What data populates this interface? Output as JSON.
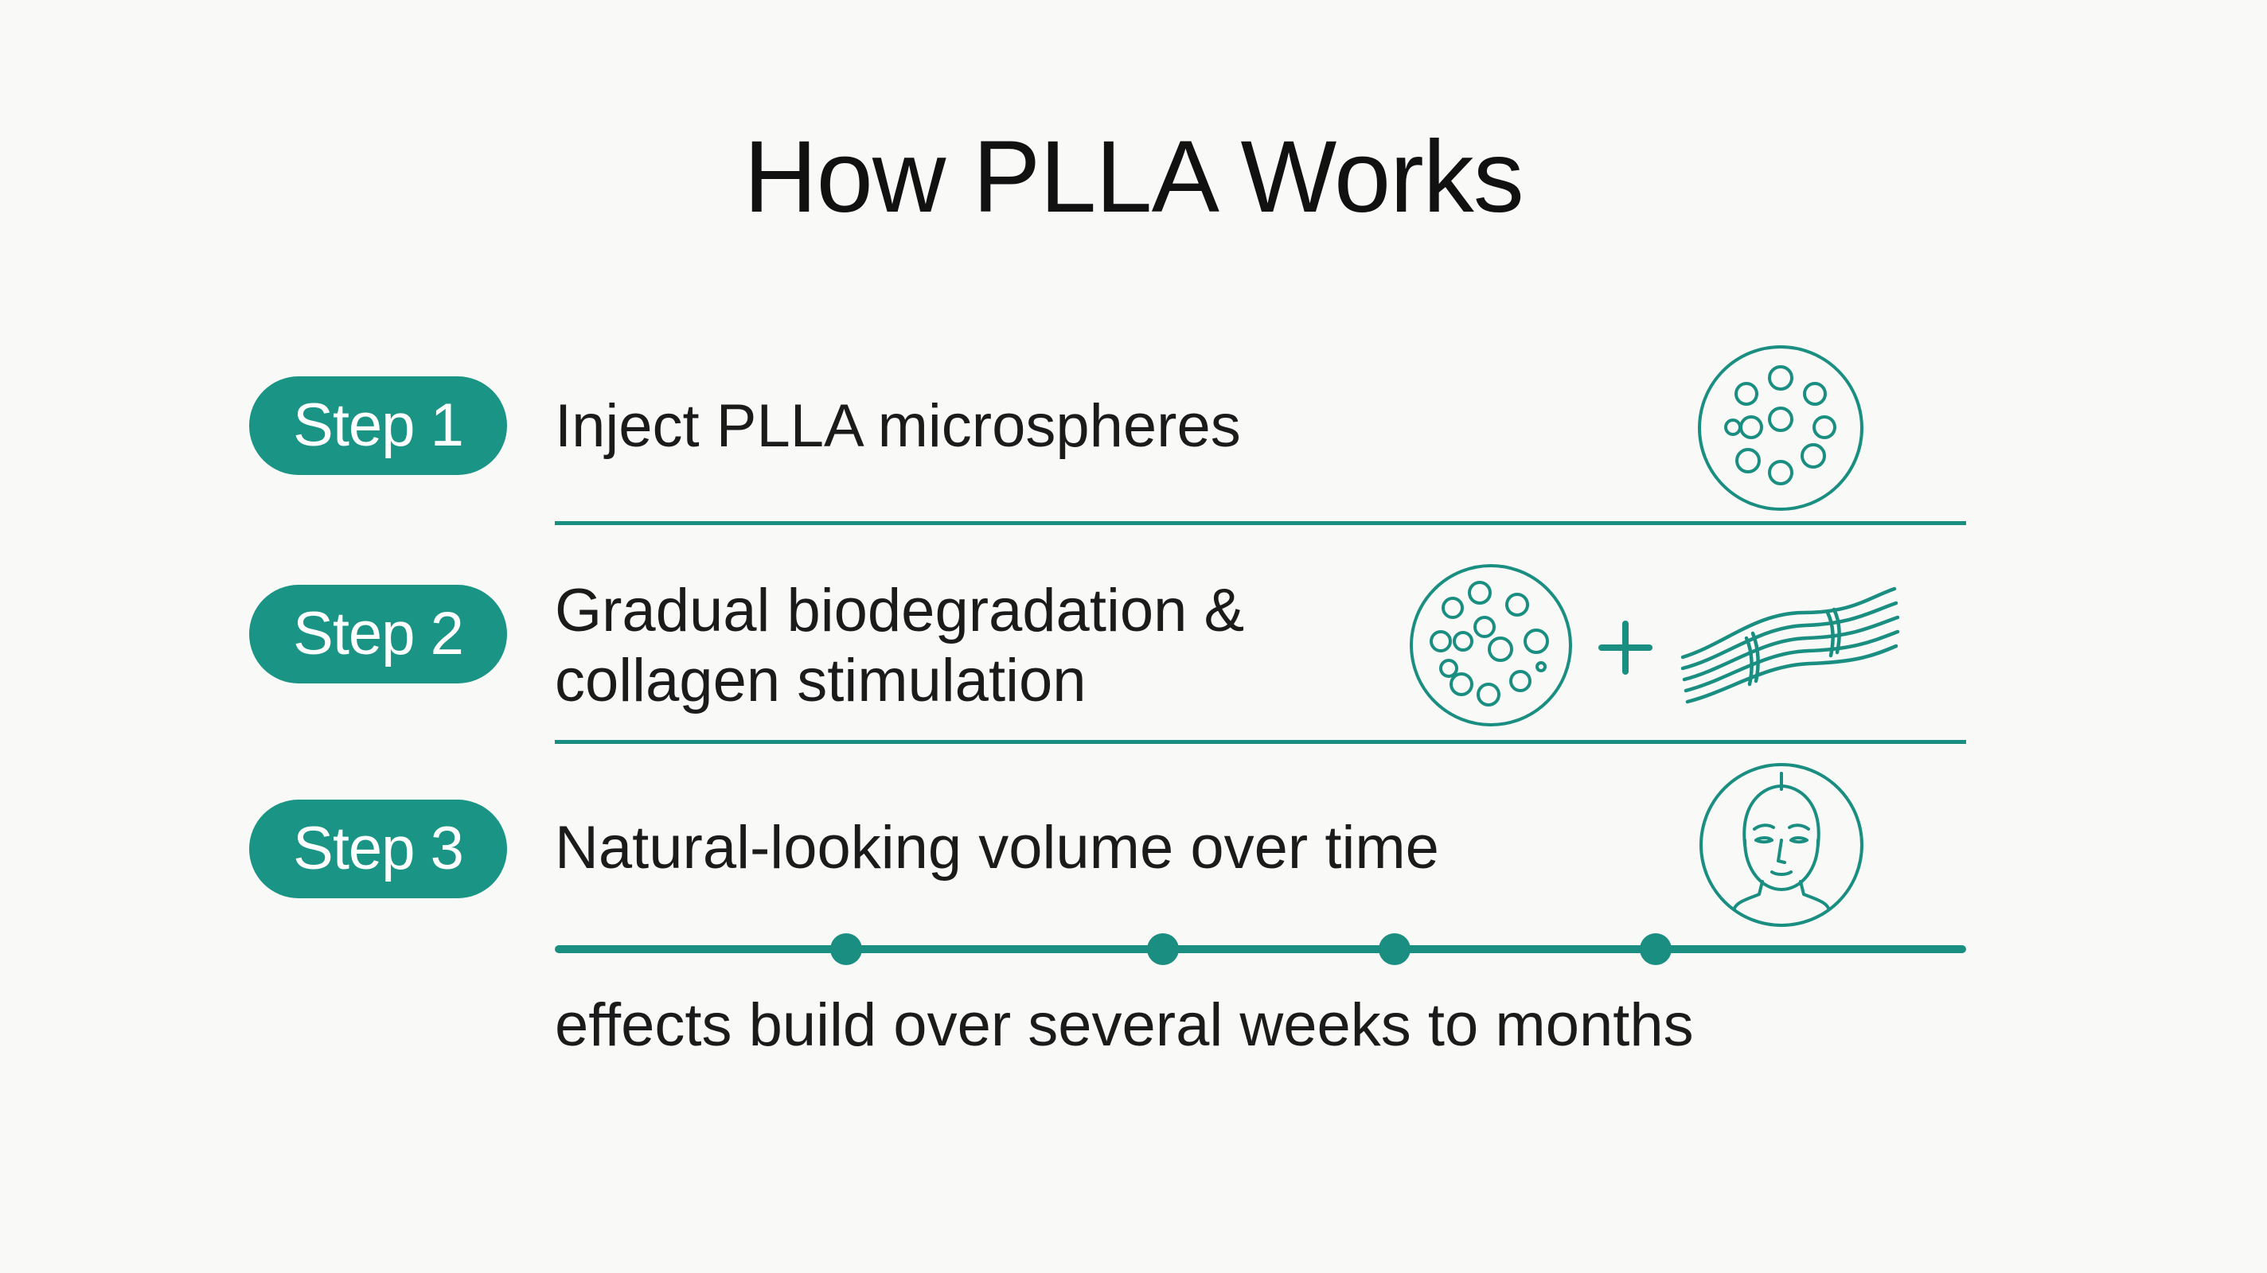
{
  "title": "How PLLA Works",
  "accent_color": "#1a9484",
  "steps": [
    {
      "label": "Step 1",
      "text_lines": [
        "Inject PLLA microspheres"
      ],
      "icon": "microspheres-icon"
    },
    {
      "label": "Step 2",
      "text_lines": [
        "Gradual biodegradation &",
        "collagen stimulation"
      ],
      "icon": "microspheres-plus-collagen-icon",
      "plus": "+"
    },
    {
      "label": "Step 3",
      "text_lines": [
        "Natural-looking volume over time"
      ],
      "icon": "face-icon"
    }
  ],
  "timeline": {
    "marker_count": 4,
    "caption": "effects build over several weeks to months"
  }
}
